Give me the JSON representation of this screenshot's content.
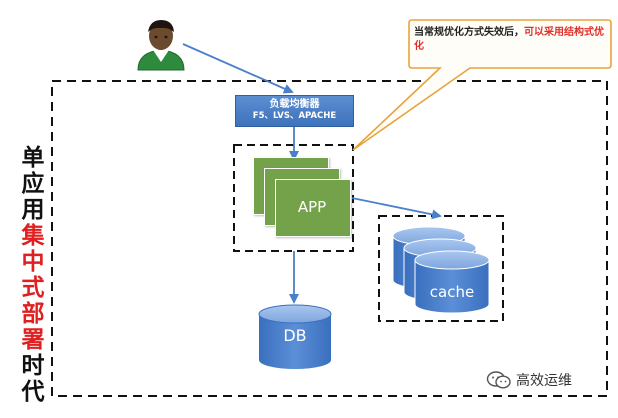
{
  "diagram": {
    "vertical_label": {
      "black_top": [
        "单",
        "应",
        "用"
      ],
      "red": [
        "集",
        "中",
        "式",
        "部",
        "署"
      ],
      "black_bottom": [
        "时",
        "代"
      ]
    },
    "load_balancer": {
      "title": "负载均衡器",
      "subtitle": "F5、LVS、APACHE"
    },
    "app": {
      "label": "APP"
    },
    "cache": {
      "label": "cache"
    },
    "db": {
      "label": "DB"
    },
    "callout": {
      "text_black": "当常规优化方式失效后，",
      "text_red": "可以采用结构式优化"
    },
    "watermark": {
      "text": "高效运维"
    },
    "colors": {
      "blue": "#4a7fc9",
      "green": "#73a24a",
      "callout_border": "#e8a33c",
      "red": "#e02020"
    }
  }
}
